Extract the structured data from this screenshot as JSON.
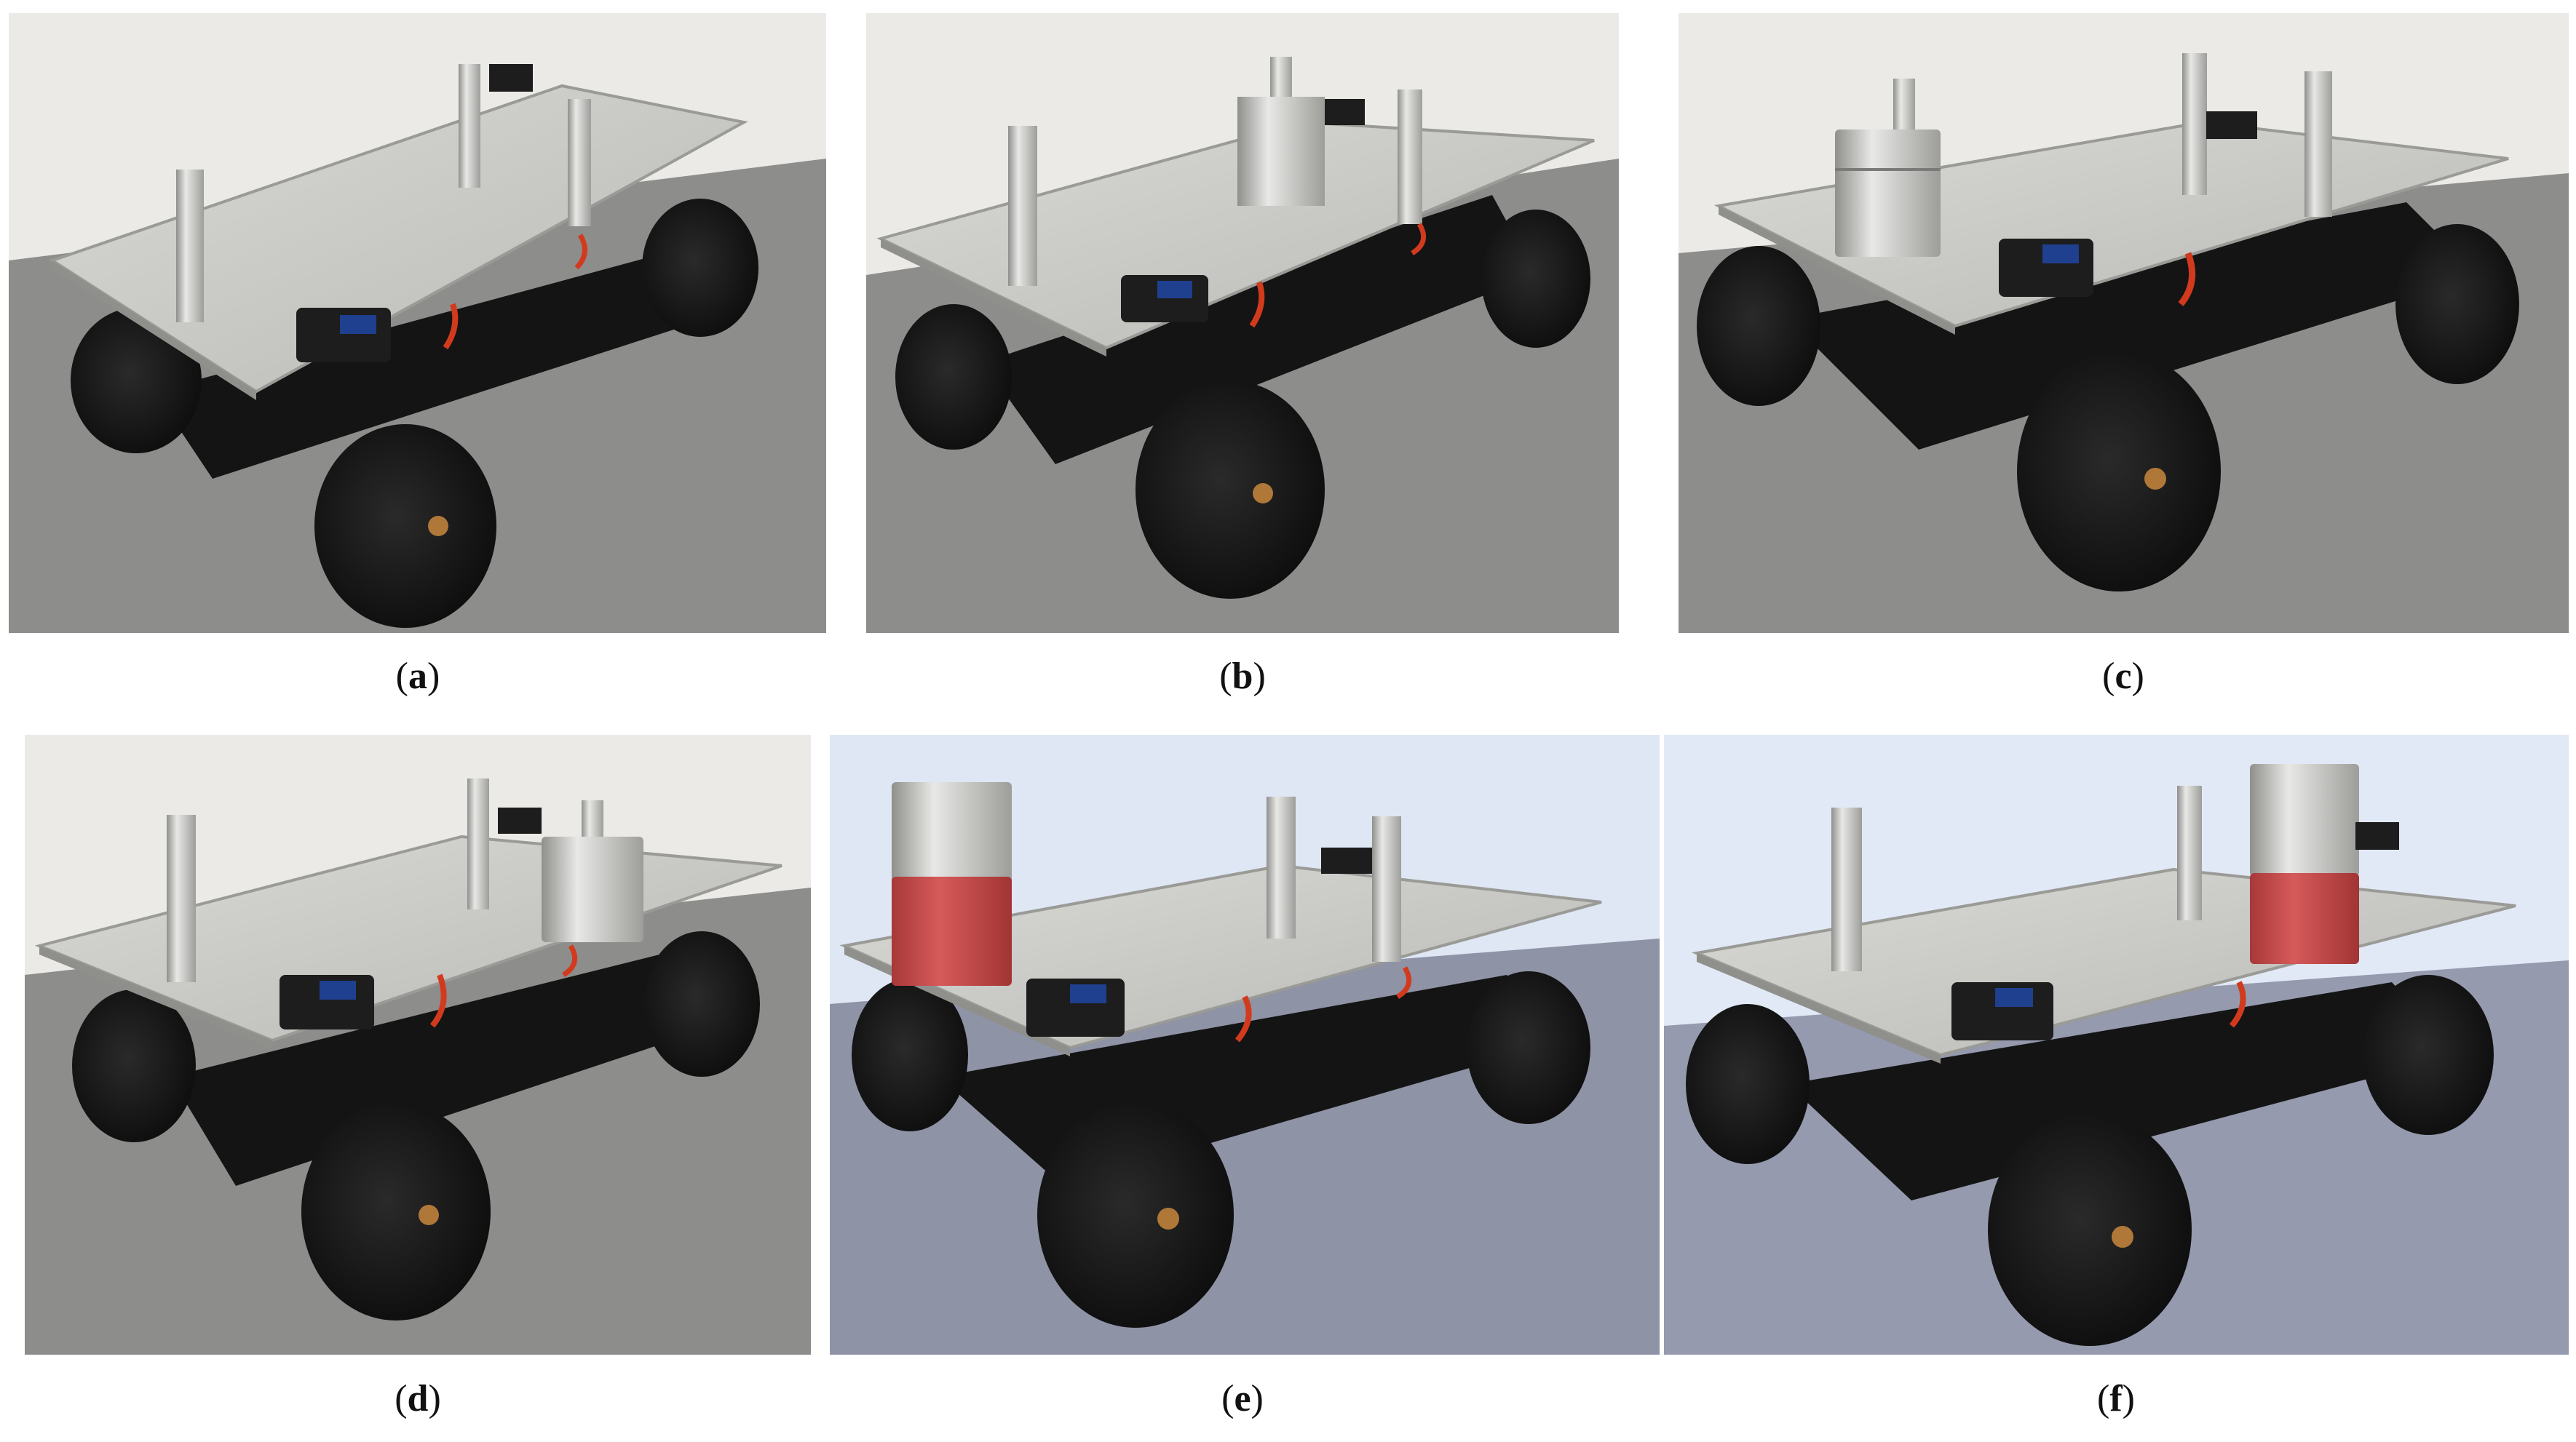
{
  "figure": {
    "panels": [
      {
        "id": "a",
        "label": "a",
        "lighting": "neutral",
        "mass": "none"
      },
      {
        "id": "b",
        "label": "b",
        "lighting": "neutral",
        "mass": "small-center"
      },
      {
        "id": "c",
        "label": "c",
        "lighting": "neutral",
        "mass": "large-front-left"
      },
      {
        "id": "d",
        "label": "d",
        "lighting": "neutral",
        "mass": "small-right"
      },
      {
        "id": "e",
        "label": "e",
        "lighting": "cool",
        "mass": "tall-red-left"
      },
      {
        "id": "f",
        "label": "f",
        "lighting": "cool",
        "mass": "tall-red-right"
      }
    ]
  },
  "colors": {
    "wall_neutral": "#e9e8e4",
    "floor_neutral": "#8c8c8a",
    "wall_cool": "#dfe6f4",
    "floor_cool": "#8f93a6",
    "plate": "#c9c9c6",
    "plate_edge": "#9a9a96",
    "tire": "#1b1b1b",
    "chassis": "#141414",
    "metal": "#d2d2d0",
    "red_weight": "#c94a4a",
    "imu_blue": "#1f3f8f",
    "wire_red": "#d23a1e"
  }
}
